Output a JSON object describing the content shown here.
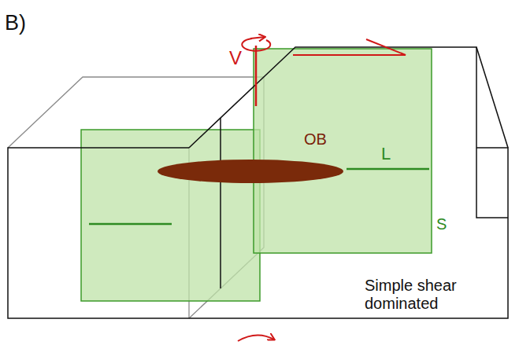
{
  "diagram": {
    "labels": [
      "B)",
      "V",
      "OB",
      "L",
      "S",
      "Simple shear dominated"
    ]
  }
}
